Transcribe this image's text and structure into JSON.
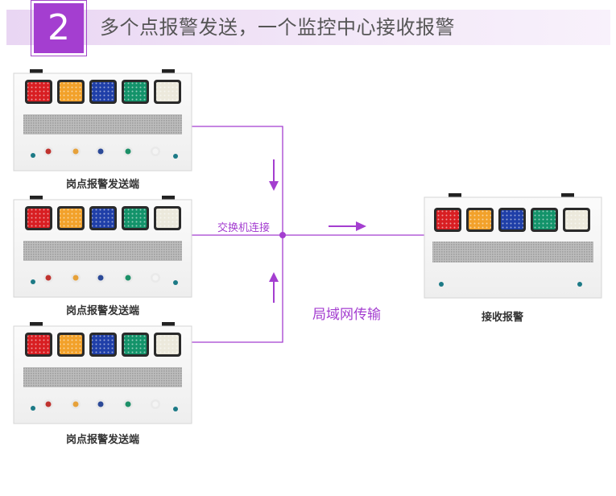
{
  "header": {
    "step_number": "2",
    "title": "多个点报警发送，一个监控中心接收报警"
  },
  "senders": [
    {
      "label": "岗点报警发送端"
    },
    {
      "label": "岗点报警发送端"
    },
    {
      "label": "岗点报警发送端"
    }
  ],
  "receiver": {
    "label": "接收报警"
  },
  "switch_label": "交换机连接",
  "network_label": "局域网传输",
  "colors": {
    "accent": "#a43ed0",
    "lamp_red": "#d81e22",
    "lamp_orange": "#f2a12a",
    "lamp_blue": "#1f3fa8",
    "lamp_green": "#13936a",
    "lamp_white": "#ece9dc"
  }
}
